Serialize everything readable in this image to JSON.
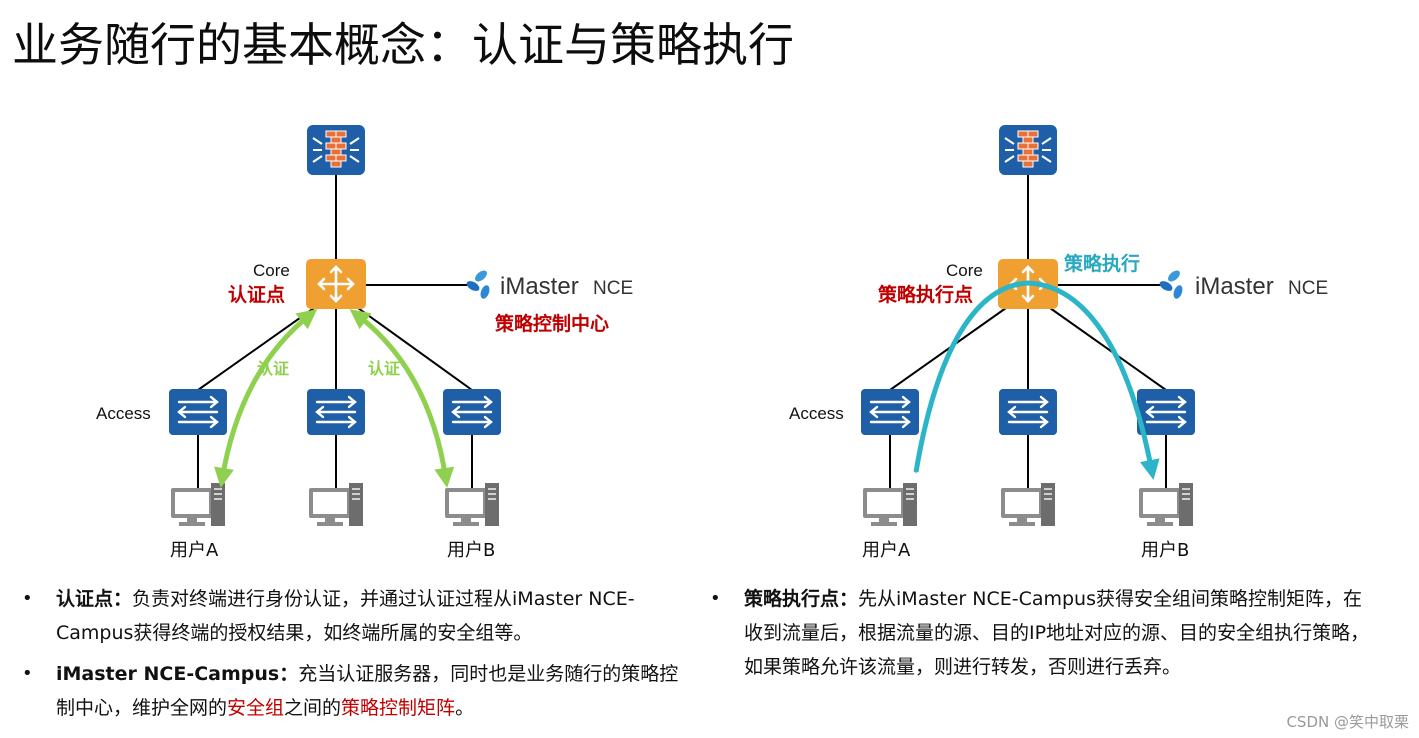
{
  "title": "业务随行的基本概念：认证与策略执行",
  "colors": {
    "device_blue": "#1f5fa8",
    "core_orange": "#f0a030",
    "arrow_green": "#8fd14f",
    "arrow_cyan": "#2cb5c8",
    "label_red": "#c00000",
    "label_cyan": "#2aa8c0",
    "label_green": "#8fd14f"
  },
  "icons": [
    "firewall-icon",
    "core-switch-icon",
    "access-switch-icon",
    "pc-icon",
    "imaster-logo-icon"
  ],
  "left_diagram": {
    "core_label": "Core",
    "core_role": "认证点",
    "access_label": "Access",
    "auth_label_1": "认证",
    "auth_label_2": "认证",
    "nce_name": "iMaster",
    "nce_suffix": "NCE",
    "nce_role": "策略控制中心",
    "user_a": "用户A",
    "user_b": "用户B"
  },
  "right_diagram": {
    "core_label": "Core",
    "core_role": "策略执行点",
    "policy_label": "策略执行",
    "access_label": "Access",
    "nce_name": "iMaster",
    "nce_suffix": "NCE",
    "user_a": "用户A",
    "user_b": "用户B"
  },
  "bullets_left": [
    {
      "bullet": "•",
      "term": "认证点",
      "colon": "：",
      "text": "负责对终端进行身份认证，并通过认证过程从iMaster NCE-Campus获得终端的授权结果，如终端所属的安全组等。"
    },
    {
      "bullet": "•",
      "term": "iMaster NCE-Campus",
      "colon": "：",
      "text_before": "充当认证服务器，同时也是业务随行的策略控制中心，维护全网的",
      "red_1": "安全组",
      "mid": "之间的",
      "red_2": "策略控制矩阵",
      "end": "。"
    }
  ],
  "bullets_right": [
    {
      "bullet": "•",
      "term": "策略执行点",
      "colon": "：",
      "text": "先从iMaster NCE-Campus获得安全组间策略控制矩阵，在收到流量后，根据流量的源、目的IP地址对应的源、目的安全组执行策略，如果策略允许该流量，则进行转发，否则进行丢弃。"
    }
  ],
  "watermark": "CSDN @笑中取栗"
}
